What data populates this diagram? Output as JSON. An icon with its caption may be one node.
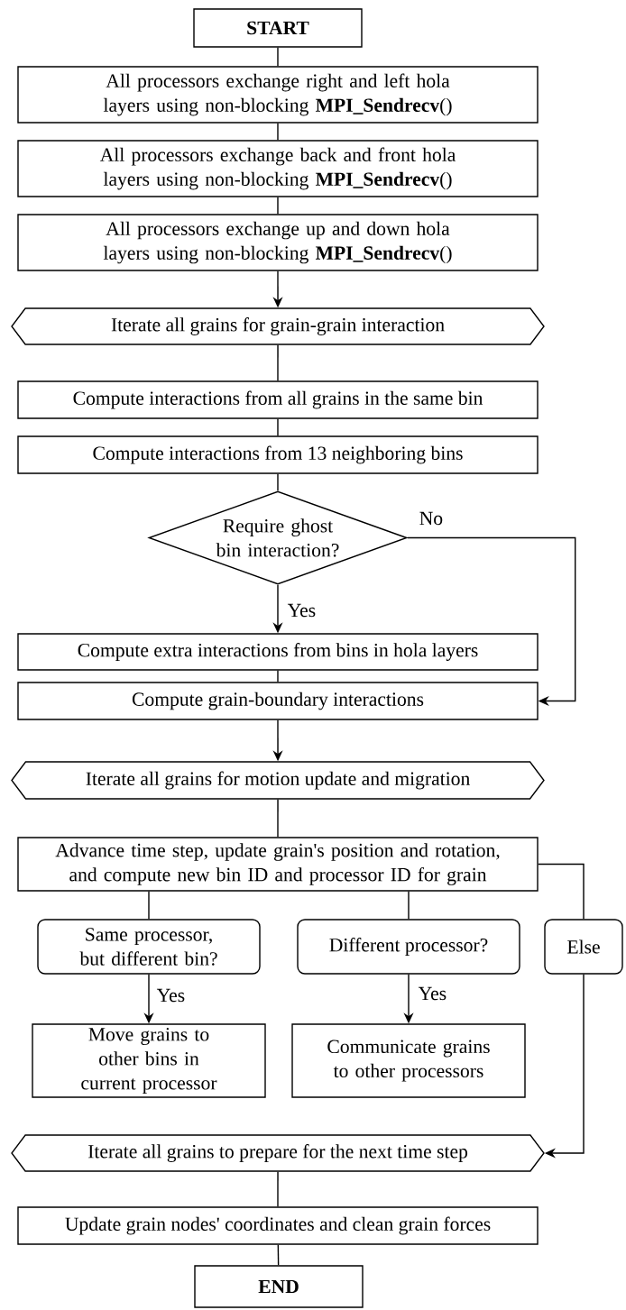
{
  "diagram": {
    "nodes": [
      {
        "text": [
          "START"
        ]
      },
      {
        "text": [
          "All processors exchange right and left hola layers using non-blocking **MPI_Sendrecv**()"
        ]
      },
      {
        "text": [
          "All processors exchange back and front hola layers using non-blocking **MPI_Sendrecv**()"
        ]
      },
      {
        "text": [
          "All processors exchange up and down hola layers using non-blocking **MPI_Sendrecv**()"
        ]
      },
      {
        "text": [
          "Iterate all grains for grain-grain interaction"
        ]
      },
      {
        "text": [
          "Compute interactions from all grains in the same bin"
        ]
      },
      {
        "text": [
          "Compute interactions from 13 neighboring bins"
        ]
      },
      {
        "text": [
          "Require ghost bin interaction?"
        ]
      },
      {
        "text": [
          "Compute extra interactions from bins in hola layers"
        ]
      },
      {
        "text": [
          "Compute grain-boundary interactions"
        ]
      },
      {
        "text": [
          "Iterate all grains for motion update and migration"
        ]
      },
      {
        "text": [
          "Advance time step, update grain's position and rotation, and compute new bin ID and processor ID for grain"
        ]
      },
      {
        "text": [
          "Same processor, but different bin?"
        ]
      },
      {
        "text": [
          "Different processor?"
        ]
      },
      {
        "text": [
          "Else"
        ]
      },
      {
        "text": [
          "Move grains to other bins in current processor"
        ]
      },
      {
        "text": [
          "Communicate grains to other processors"
        ]
      },
      {
        "text": [
          "Iterate all grains to prepare for the next time step"
        ]
      },
      {
        "text": [
          "Update grain nodes' coordinates and clean grain forces"
        ]
      },
      {
        "text": [
          "END"
        ]
      }
    ],
    "edges": [
      {
        "from": 0,
        "to": 1,
        "arrow": "none"
      },
      {
        "from": 1,
        "to": 2,
        "arrow": "none"
      },
      {
        "from": 2,
        "to": 3,
        "arrow": "none"
      },
      {
        "from": 3,
        "to": 4,
        "arrow": "to"
      },
      {
        "from": 4,
        "to": 5,
        "arrow": "none"
      },
      {
        "from": 5,
        "to": 6,
        "arrow": "none"
      },
      {
        "from": 6,
        "to": 7,
        "arrow": "none"
      },
      {
        "from": 7,
        "to": 8,
        "arrow": "to",
        "label": "Yes"
      },
      {
        "from": 7,
        "to": 9,
        "arrow": "to",
        "label": "No"
      },
      {
        "from": 8,
        "to": 9,
        "arrow": "none"
      },
      {
        "from": 9,
        "to": 10,
        "arrow": "to"
      },
      {
        "from": 10,
        "to": 11,
        "arrow": "none"
      },
      {
        "from": 11,
        "to": 12,
        "arrow": "none"
      },
      {
        "from": 11,
        "to": 13,
        "arrow": "none"
      },
      {
        "from": 11,
        "to": 14,
        "arrow": "none"
      },
      {
        "from": 12,
        "to": 15,
        "arrow": "to",
        "label": "Yes"
      },
      {
        "from": 13,
        "to": 16,
        "arrow": "to",
        "label": "Yes"
      },
      {
        "from": 14,
        "to": 17,
        "arrow": "to"
      },
      {
        "from": 17,
        "to": 18,
        "arrow": "none"
      },
      {
        "from": 18,
        "to": 19,
        "arrow": "none"
      }
    ]
  }
}
